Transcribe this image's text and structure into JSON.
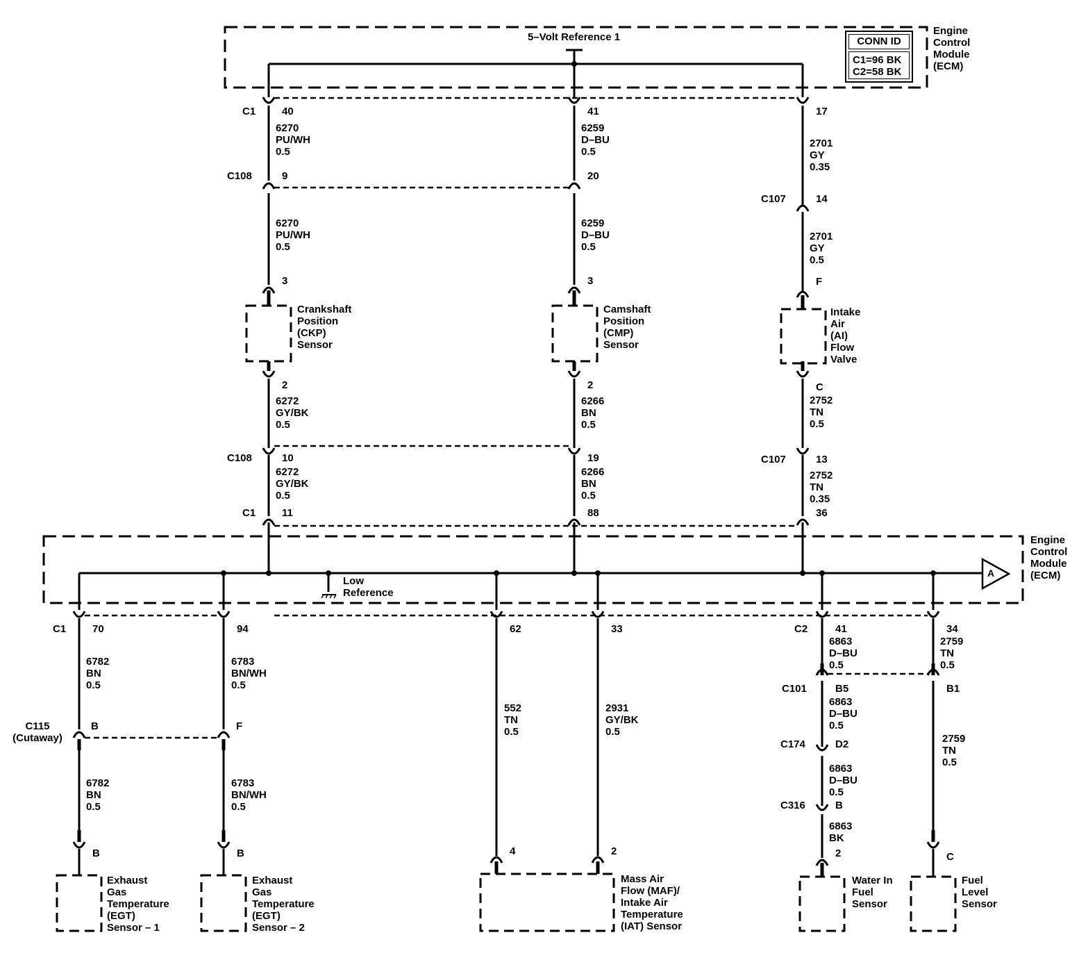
{
  "ecm_top": {
    "ref_label": "5–Volt Reference 1",
    "module_label": "Engine\nControl\nModule\n(ECM)"
  },
  "conn_id": {
    "title": "CONN ID",
    "c1": "C1=96 BK",
    "c2": "C2=58 BK"
  },
  "ecm_bottom": {
    "module_label": "Engine\nControl\nModule\n(ECM)",
    "low_ref": "Low\nReference",
    "offpage": "A"
  },
  "connectors": {
    "c1": "C1",
    "c2": "C2",
    "c108": "C108",
    "c107": "C107",
    "c115": "C115\n(Cutaway)",
    "c101": "C101",
    "c174": "C174",
    "c316": "C316"
  },
  "pins": {
    "p40": "40",
    "p41": "41",
    "p17": "17",
    "p9": "9",
    "p20": "20",
    "p14": "14",
    "ckp3": "3",
    "cmp3": "3",
    "aiF": "F",
    "ckp2": "2",
    "cmp2": "2",
    "aiC": "C",
    "p10": "10",
    "p19": "19",
    "p13": "13",
    "p11": "11",
    "p88": "88",
    "p36": "36",
    "p70": "70",
    "p94": "94",
    "p62": "62",
    "p33": "33",
    "p41b": "41",
    "p34": "34",
    "c115b": "B",
    "c115f": "F",
    "b5": "B5",
    "b1": "B1",
    "d2": "D2",
    "c316b": "B",
    "egt1b": "B",
    "egt2b": "B",
    "maf4": "4",
    "maf2": "2",
    "wif2": "2",
    "fuelc": "C"
  },
  "wires": {
    "w6270a": "6270\nPU/WH\n0.5",
    "w6259a": "6259\nD–BU\n0.5",
    "w2701a": "2701\nGY\n0.35",
    "w6270b": "6270\nPU/WH\n0.5",
    "w6259b": "6259\nD–BU\n0.5",
    "w2701b": "2701\nGY\n0.5",
    "w6272a": "6272\nGY/BK\n0.5",
    "w6266a": "6266\nBN\n0.5",
    "w2752a": "2752\nTN\n0.5",
    "w6272b": "6272\nGY/BK\n0.5",
    "w6266b": "6266\nBN\n0.5",
    "w2752b": "2752\nTN\n0.35",
    "w6782a": "6782\nBN\n0.5",
    "w6783a": "6783\nBN/WH\n0.5",
    "w6782b": "6782\nBN\n0.5",
    "w6783b": "6783\nBN/WH\n0.5",
    "w552": "552\nTN\n0.5",
    "w2931": "2931\nGY/BK\n0.5",
    "w6863a": "6863\nD–BU\n0.5",
    "w2759a": "2759\nTN\n0.5",
    "w6863b": "6863\nD–BU\n0.5",
    "w2759b": "2759\nTN\n0.5",
    "w6863c": "6863\nD–BU\n0.5",
    "w6863d": "6863\nBK"
  },
  "components": {
    "ckp": "Crankshaft\nPosition\n(CKP)\nSensor",
    "cmp": "Camshaft\nPosition\n(CMP)\nSensor",
    "ai": "Intake\nAir\n(AI)\nFlow\nValve",
    "egt1": "Exhaust\nGas\nTemperature\n(EGT)\nSensor – 1",
    "egt2": "Exhaust\nGas\nTemperature\n(EGT)\nSensor – 2",
    "maf": "Mass Air\nFlow (MAF)/\nIntake Air\nTemperature\n(IAT) Sensor",
    "wif": "Water In\nFuel\nSensor",
    "fuel": "Fuel\nLevel\nSensor"
  }
}
